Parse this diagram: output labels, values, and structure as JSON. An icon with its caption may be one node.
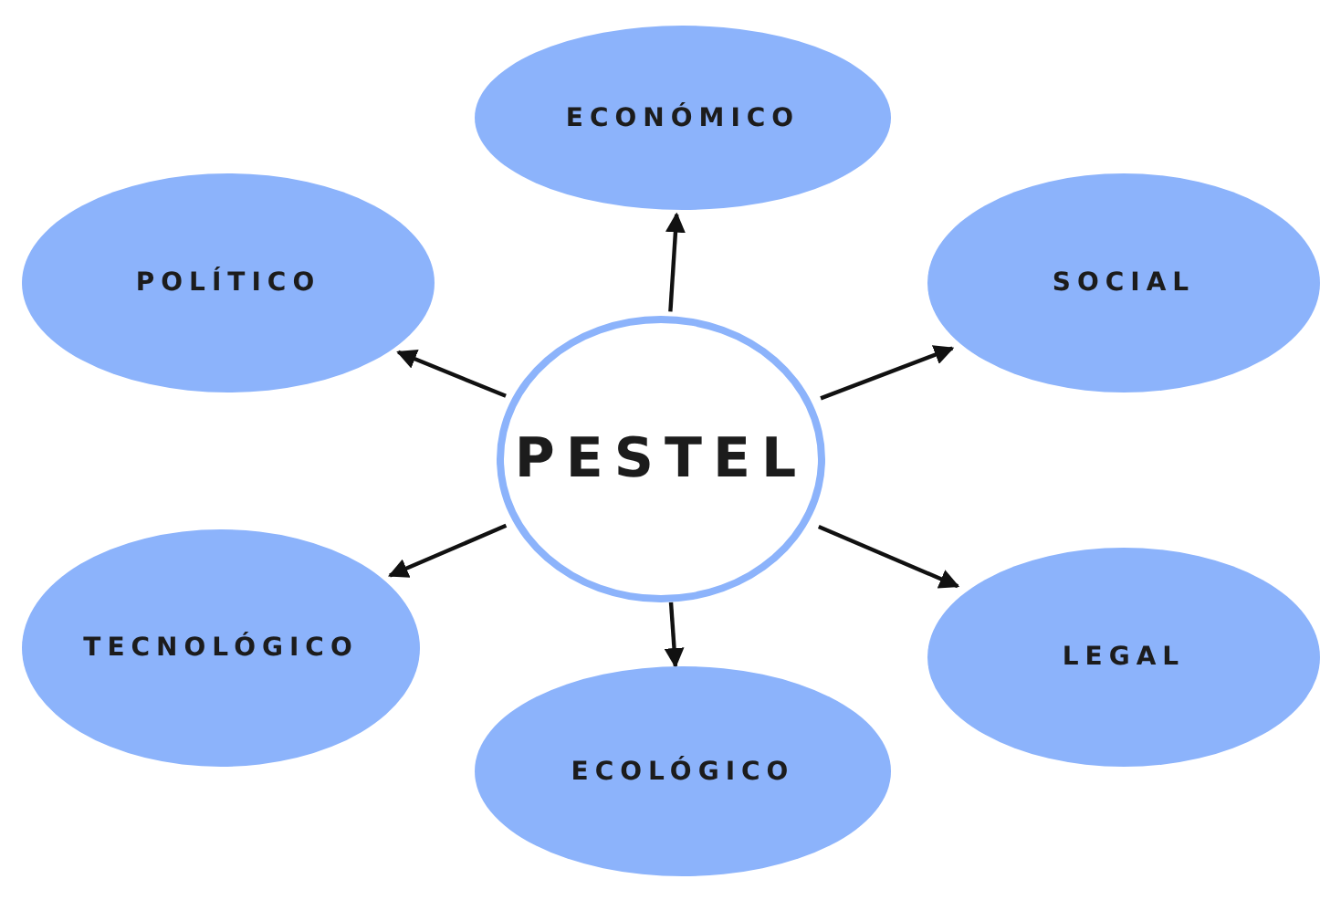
{
  "diagram": {
    "nodes": [
      {
        "text": [
          "PESTEL"
        ]
      },
      {
        "text": [
          "ECONÓMICO"
        ]
      },
      {
        "text": [
          "POLÍTICO"
        ]
      },
      {
        "text": [
          "SOCIAL"
        ]
      },
      {
        "text": [
          "TECNOLÓGICO"
        ]
      },
      {
        "text": [
          "LEGAL"
        ]
      },
      {
        "text": [
          "ECOLÓGICO"
        ]
      }
    ],
    "edges": [
      {
        "from": 0,
        "to": 1,
        "arrow": "to"
      },
      {
        "from": 0,
        "to": 2,
        "arrow": "to"
      },
      {
        "from": 0,
        "to": 3,
        "arrow": "to"
      },
      {
        "from": 0,
        "to": 4,
        "arrow": "to"
      },
      {
        "from": 0,
        "to": 5,
        "arrow": "to"
      },
      {
        "from": 0,
        "to": 6,
        "arrow": "to"
      }
    ]
  }
}
